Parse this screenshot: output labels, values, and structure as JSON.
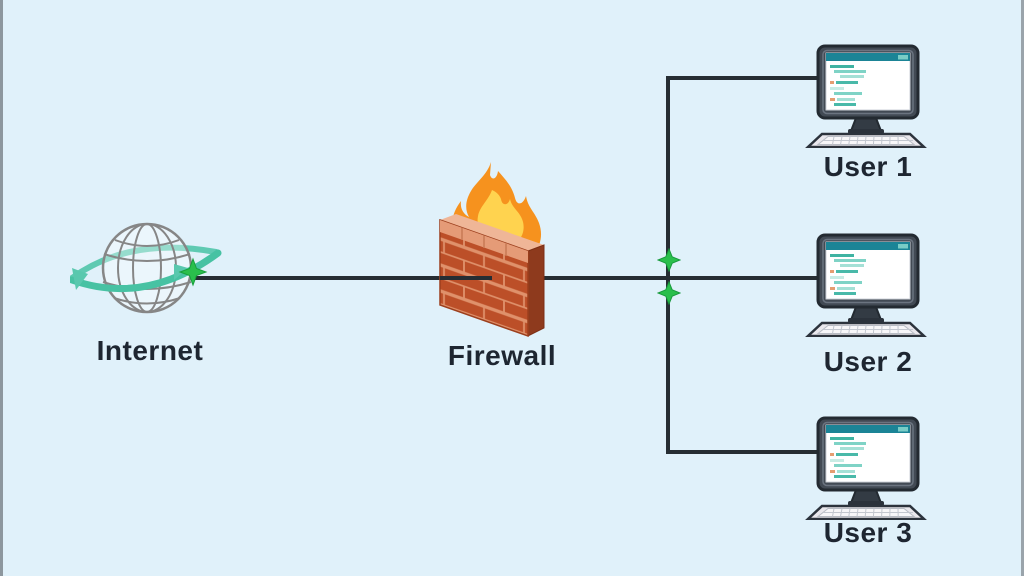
{
  "diagram": {
    "type": "network-topology",
    "background": "#e0f1fa",
    "connector_color": "#262d33",
    "internet": {
      "label": "Internet",
      "icon": "globe-orbit-icon"
    },
    "firewall": {
      "label": "Firewall",
      "icon": "brick-wall-flame-icon"
    },
    "users": [
      {
        "label": "User 1",
        "icon": "desktop-computer-icon"
      },
      {
        "label": "User 2",
        "icon": "desktop-computer-icon"
      },
      {
        "label": "User 3",
        "icon": "desktop-computer-icon"
      }
    ],
    "junction_marker": "green-four-point-star",
    "colors": {
      "label_text": "#1e2631",
      "flame_orange": "#f6921e",
      "flame_yellow": "#ffd34f",
      "brick": "#bc4f28",
      "brick_mortar": "#df916b",
      "brick_side": "#8e3a1d",
      "brick_top_row": "#e59b77",
      "globe_wire": "#868686",
      "orbit_teal": "#47c2a3",
      "star_green": "#2abf4c",
      "monitor_bezel": "#424a54",
      "screen_titlebar": "#1b8496",
      "code_teal": "#49b9a9",
      "keyboard": "#eae8ed"
    }
  }
}
